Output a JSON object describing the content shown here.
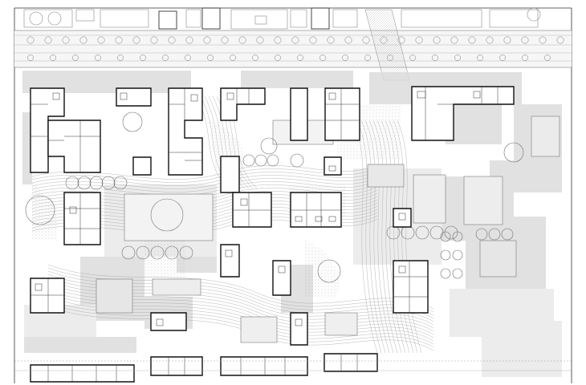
{
  "drawing": {
    "kind": "urban site plan",
    "colors": {
      "paper": "#ffffff",
      "ink": "#1a1a1a",
      "hatch": "#9a9a9a",
      "shadow": "#d9d9d9",
      "light_shadow": "#ebebeb",
      "street": "#f4f4f4",
      "tree": "#6e6e6e"
    },
    "blocks": [
      {
        "id": "b1"
      },
      {
        "id": "b2"
      },
      {
        "id": "b3"
      },
      {
        "id": "b4"
      },
      {
        "id": "b5"
      },
      {
        "id": "b6"
      },
      {
        "id": "b7"
      },
      {
        "id": "b8"
      },
      {
        "id": "b9"
      },
      {
        "id": "b10"
      },
      {
        "id": "b11"
      },
      {
        "id": "b12"
      },
      {
        "id": "b13"
      },
      {
        "id": "b14"
      },
      {
        "id": "b15"
      },
      {
        "id": "b16"
      },
      {
        "id": "b17"
      },
      {
        "id": "b18"
      },
      {
        "id": "b19"
      },
      {
        "id": "b20"
      },
      {
        "id": "b21"
      },
      {
        "id": "b22"
      },
      {
        "id": "b23"
      },
      {
        "id": "b24"
      },
      {
        "id": "b25"
      }
    ]
  }
}
